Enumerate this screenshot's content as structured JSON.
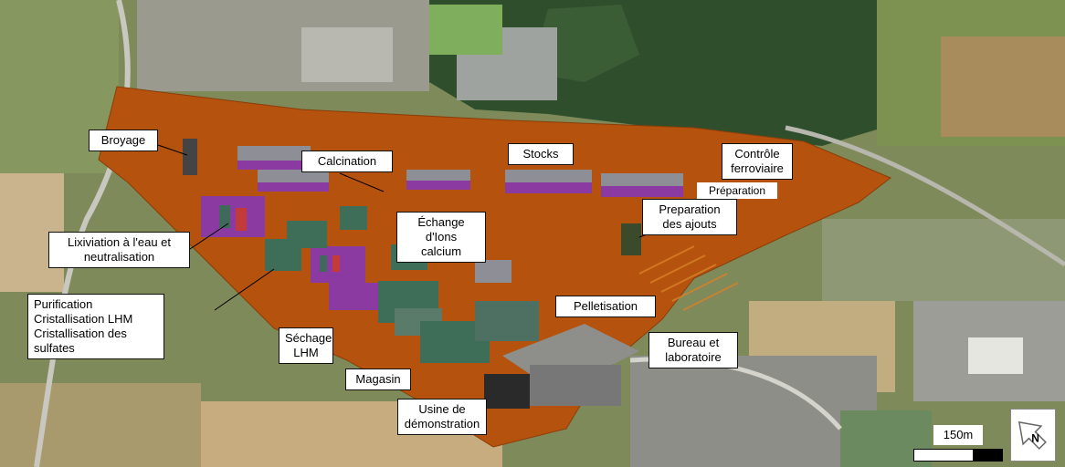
{
  "colors": {
    "site": "#b4520e",
    "forest": "#2a4a28",
    "fields": "#8a9a5e",
    "buildings": "#8a8a8a",
    "purple": "#8a3aa0",
    "green_blocks": "#3e6e58"
  },
  "labels": {
    "broyage": "Broyage",
    "calcination": "Calcination",
    "stocks": "Stocks",
    "controle": "Contrôle\nferroviaire",
    "preparation": "Préparation",
    "preparation_ajouts": "Preparation\ndes ajouts",
    "echange": "Échange d'Ions\ncalcium",
    "lixiviation": "Lixiviation à l'eau et\nneutralisation",
    "purification": "Purification\nCristallisation LHM\nCristallisation des\nsulfates",
    "sechage": "Séchage\nLHM",
    "magasin": "Magasin",
    "usine": "Usine de\ndémonstration",
    "pelletisation": "Pelletisation",
    "bureau": "Bureau et\nlaboratoire"
  },
  "scale": {
    "label": "150m"
  },
  "icons": {
    "north": "north-arrow-icon"
  }
}
